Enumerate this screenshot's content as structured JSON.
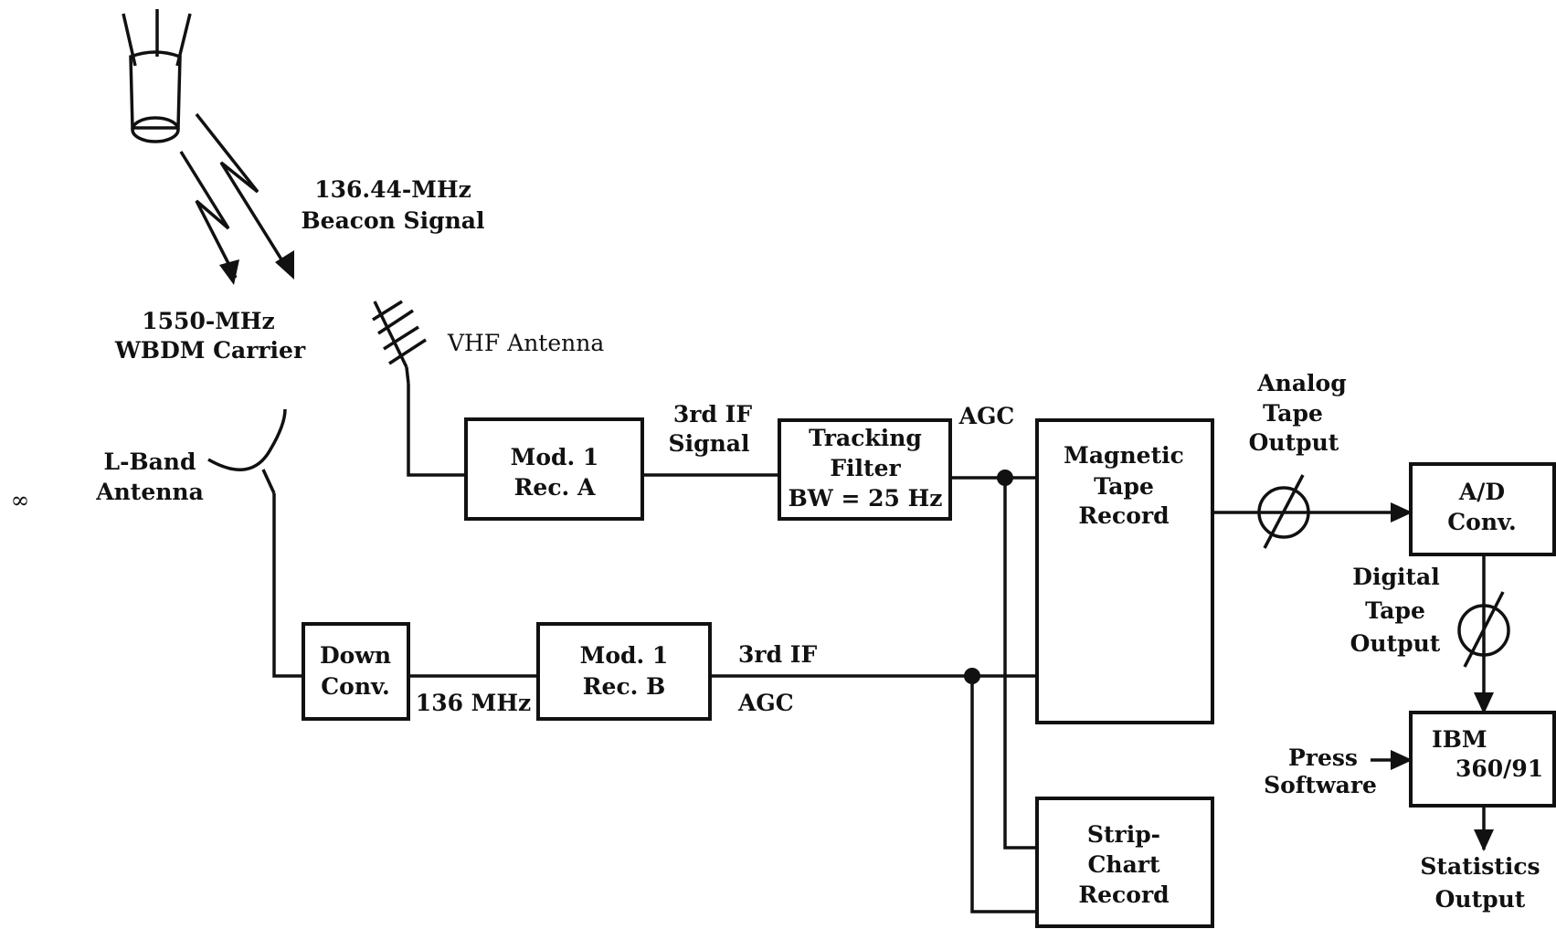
{
  "labels": {
    "beacon_freq": "136.44-MHz",
    "beacon_signal": "Beacon Signal",
    "carrier_freq": "1550-MHz",
    "carrier_name": "WBDM Carrier",
    "vhf_antenna": "VHF Antenna",
    "lband_1": "L-Band",
    "lband_2": "Antenna",
    "side_mark": "∞",
    "third_if_1": "3rd IF",
    "third_if_2": "Signal",
    "agc_top": "AGC",
    "mhz_136": "136 MHz",
    "third_if_b": "3rd IF",
    "agc_b": "AGC",
    "analog_1": "Analog",
    "analog_2": "Tape",
    "analog_3": "Output",
    "digital_1": "Digital",
    "digital_2": "Tape",
    "digital_3": "Output",
    "press_1": "Press",
    "press_2": "Software",
    "stats_1": "Statistics",
    "stats_2": "Output"
  },
  "boxes": {
    "rec_a": [
      "Mod. 1",
      "Rec. A"
    ],
    "filter": [
      "Tracking",
      "Filter",
      "BW = 25 Hz"
    ],
    "magnetic": [
      "Magnetic",
      "Tape",
      "Record"
    ],
    "down_conv": [
      "Down",
      "Conv."
    ],
    "rec_b": [
      "Mod. 1",
      "Rec. B"
    ],
    "strip_chart": [
      "Strip-",
      "Chart",
      "Record"
    ],
    "ad_conv": [
      "A/D",
      "Conv."
    ],
    "ibm": [
      "IBM",
      "360/91"
    ]
  }
}
